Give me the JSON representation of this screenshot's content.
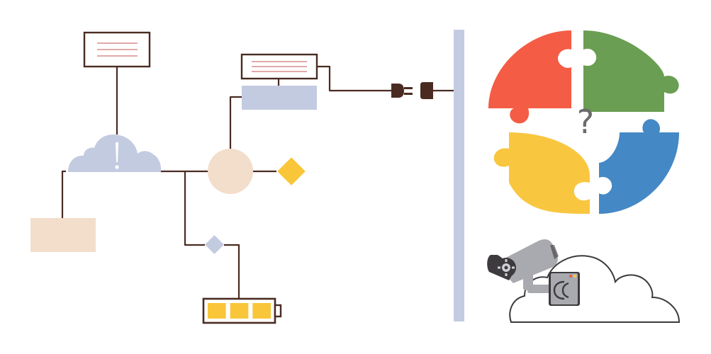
{
  "colors": {
    "background": "#ffffff",
    "line": "#4a2b22",
    "cloud_blue": "#c3cbe1",
    "beige": "#f3ddcb",
    "yellow": "#f9c639",
    "wall": "#c3cbe1",
    "note_stripe": "#e3a9a9",
    "puzzle_red": "#f45c45",
    "puzzle_green": "#6a9e53",
    "puzzle_yellow": "#f9c63f",
    "puzzle_blue": "#4489c6",
    "question": "#6b6b6b",
    "camera_grey": "#a9a9b0",
    "camera_dark": "#3d3b3d",
    "outline_cloud": "#3b3b3b"
  },
  "icons": {
    "top_note": "note-icon",
    "cloud_alert": "cloud-alert-icon",
    "plug": "plug-icon",
    "socket": "socket-icon",
    "battery": "battery-icon",
    "camera": "security-camera-icon",
    "puzzle": "puzzle-icon",
    "cloud_outline": "cloud-outline-icon"
  },
  "battery": {
    "level": 1.0,
    "cells_filled": 3,
    "cells_total": 3
  },
  "puzzle": {
    "center_label": "?"
  },
  "cloud_alert": {
    "symbol": "!"
  }
}
